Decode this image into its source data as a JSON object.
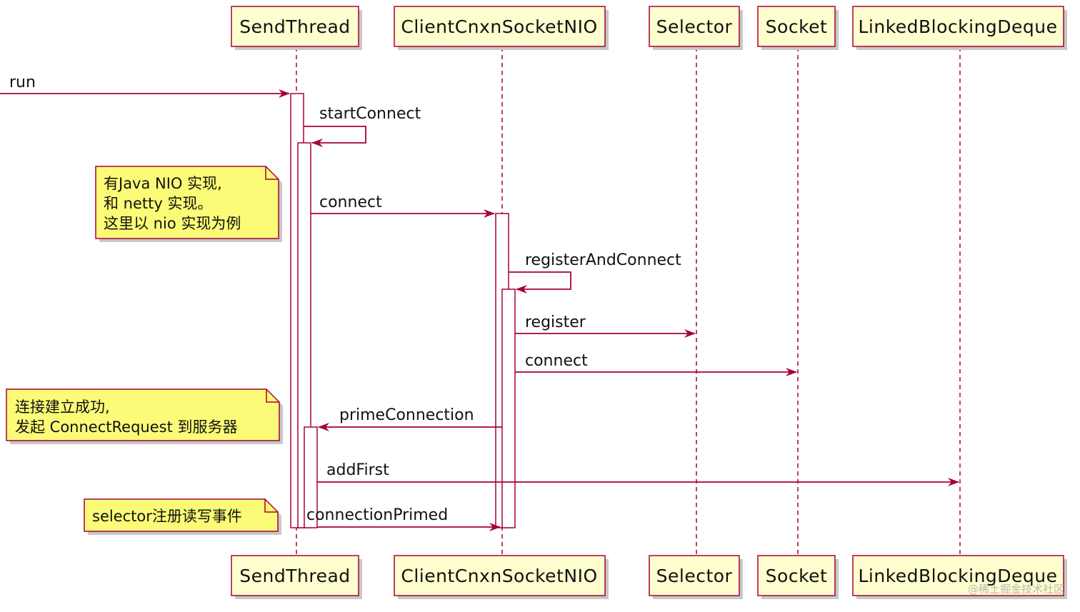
{
  "participants": [
    {
      "id": "sendthread",
      "label": "SendThread"
    },
    {
      "id": "clientcnxn",
      "label": "ClientCnxnSocketNIO"
    },
    {
      "id": "selector",
      "label": "Selector"
    },
    {
      "id": "socket",
      "label": "Socket"
    },
    {
      "id": "lbdeque",
      "label": "LinkedBlockingDeque"
    }
  ],
  "messages": [
    {
      "id": "run",
      "label": "run"
    },
    {
      "id": "startconnect",
      "label": "startConnect"
    },
    {
      "id": "connect1",
      "label": "connect"
    },
    {
      "id": "registerandconnect",
      "label": "registerAndConnect"
    },
    {
      "id": "register",
      "label": "register"
    },
    {
      "id": "connect2",
      "label": "connect"
    },
    {
      "id": "primeconnection",
      "label": "primeConnection"
    },
    {
      "id": "addfirst",
      "label": "addFirst"
    },
    {
      "id": "connectionprimed",
      "label": "connectionPrimed"
    }
  ],
  "notes": [
    {
      "id": "note-impl",
      "lines": [
        "有Java NIO 实现,",
        "和 netty 实现。",
        "这里以 nio 实现为例"
      ]
    },
    {
      "id": "note-connected",
      "lines": [
        "连接建立成功,",
        "发起 ConnectRequest 到服务器"
      ]
    },
    {
      "id": "note-selector",
      "lines": [
        "selector注册读写事件"
      ]
    }
  ],
  "watermark": "@稀土掘金技术社区",
  "colors": {
    "line": "#a80036",
    "box_fill": "#fefece",
    "note_fill": "#fbfb77",
    "activation_fill": "#ffffff",
    "shadow": "#c8c8c8"
  }
}
